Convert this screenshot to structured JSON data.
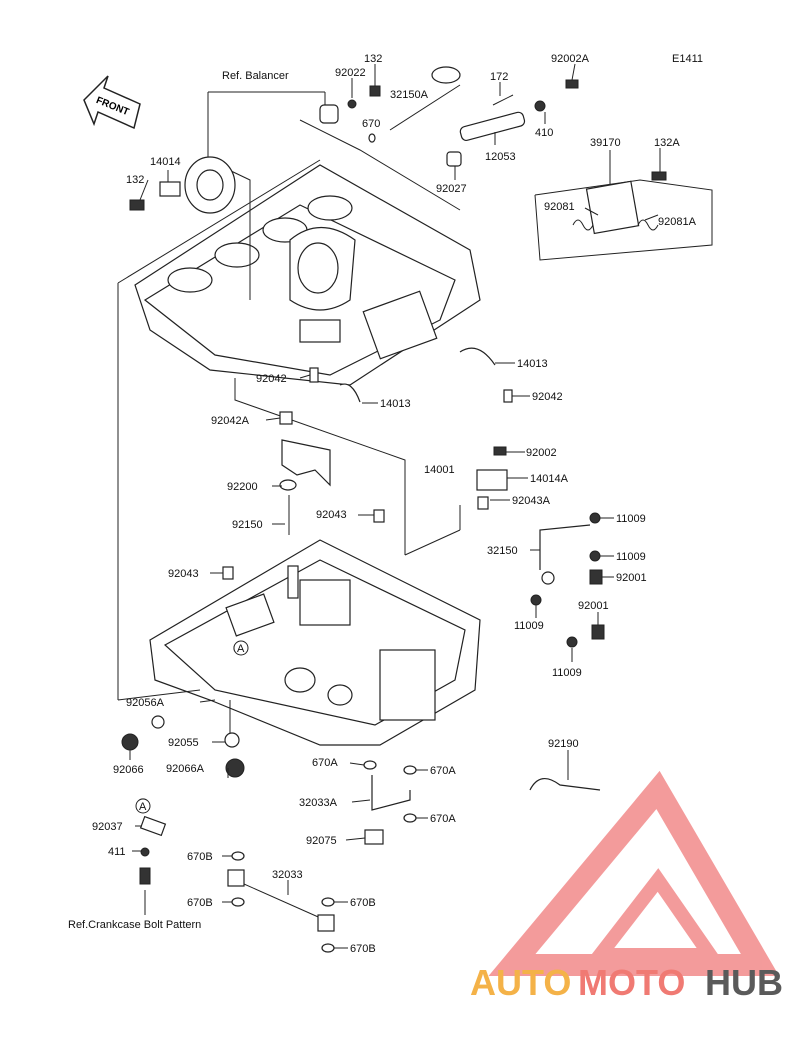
{
  "diagram_code": "E1411",
  "front_label": "FRONT",
  "watermark": {
    "auto": "AUTO",
    "moto": "MOTO",
    "hub": "HUB",
    "auto_color": "#f4b248",
    "moto_color": "#f07a73",
    "hub_color": "#5a5a5a",
    "logo_color": "#f28a8a"
  },
  "notes": {
    "ref_balancer": "Ref. Balancer",
    "ref_bolt": "Ref.Crankcase Bolt Pattern",
    "marker_a": "A"
  },
  "labels": {
    "l92022": "92022",
    "l132a": "132",
    "l32150a": "32150A",
    "l92002a": "92002A",
    "l172": "172",
    "l670": "670",
    "l410": "410",
    "l12053": "12053",
    "l92027": "92027",
    "l39170": "39170",
    "l132b": "132A",
    "l14014": "14014",
    "l132c": "132",
    "l92081": "92081",
    "l92081a": "92081A",
    "l14013a": "14013",
    "l92042a": "92042",
    "l14013b": "14013",
    "l92042b": "92042",
    "l92042c": "92042A",
    "l14001": "14001",
    "l92002": "92002",
    "l14014a": "14014A",
    "l92200": "92200",
    "l92043a": "92043A",
    "l92150": "92150",
    "l92043b": "92043",
    "l11009a": "11009",
    "l32150": "32150",
    "l11009b": "11009",
    "l92043c": "92043",
    "l92001a": "92001",
    "l11009c": "11009",
    "l92001b": "92001",
    "l11009d": "11009",
    "l92056a": "92056A",
    "l92055": "92055",
    "l92066": "92066",
    "l92066a": "92066A",
    "l92190": "92190",
    "l670a1": "670A",
    "l670a2": "670A",
    "l32033a": "32033A",
    "l670a3": "670A",
    "l92037": "92037",
    "l92075": "92075",
    "l411": "411",
    "l670b1": "670B",
    "l32033": "32033",
    "l670b2": "670B",
    "l670b3": "670B",
    "l670b4": "670B"
  }
}
